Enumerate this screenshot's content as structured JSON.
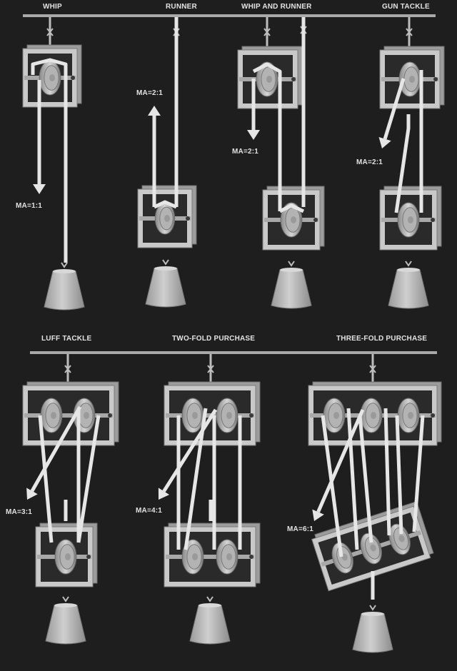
{
  "top_row": {
    "whip": {
      "title": "WHIP",
      "ma": "MA=1:1"
    },
    "runner": {
      "title": "RUNNER",
      "ma": "MA=2:1"
    },
    "whip_and_runner": {
      "title": "WHIP AND RUNNER",
      "ma": "MA=2:1"
    },
    "gun_tackle": {
      "title": "GUN TACKLE",
      "ma": "MA=2:1"
    }
  },
  "bottom_row": {
    "luff_tackle": {
      "title": "LUFF TACKLE",
      "ma": "MA=3:1"
    },
    "two_fold": {
      "title": "TWO-FOLD PURCHASE",
      "ma": "MA=4:1"
    },
    "three_fold": {
      "title": "THREE-FOLD PURCHASE",
      "ma": "MA=6:1"
    }
  },
  "colors": {
    "background": "#1e1e1e",
    "block": "#c9c9c9",
    "rope": "#e6e6e6",
    "weight": "#bdbdbd"
  }
}
